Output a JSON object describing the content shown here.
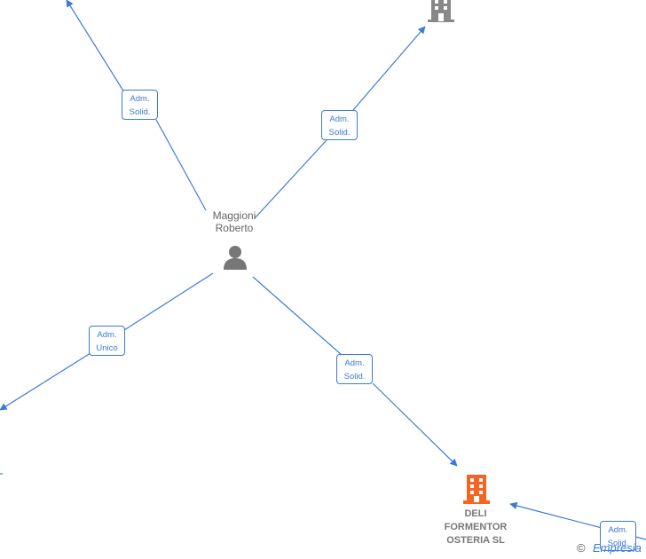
{
  "person": {
    "name_line1": "Maggioni",
    "name_line2": "Roberto"
  },
  "company_focus": {
    "name": "DELI\nFORMENTOR\nOSTERIA  SL"
  },
  "edges": [
    {
      "label": "Adm.\nSolid."
    },
    {
      "label": "Adm.\nSolid."
    },
    {
      "label": "Adm.\nUnico"
    },
    {
      "label": "Adm.\nSolid."
    },
    {
      "label": "Adm.\nSolid."
    }
  ],
  "footer": {
    "copyright_symbol": "©",
    "brand": "Empresia"
  },
  "colors": {
    "edge": "#3a7bd5",
    "company_focus": "#f26522",
    "company_other": "#888888",
    "person": "#777777"
  },
  "icons": {
    "person": "person-icon",
    "company": "building-icon"
  }
}
